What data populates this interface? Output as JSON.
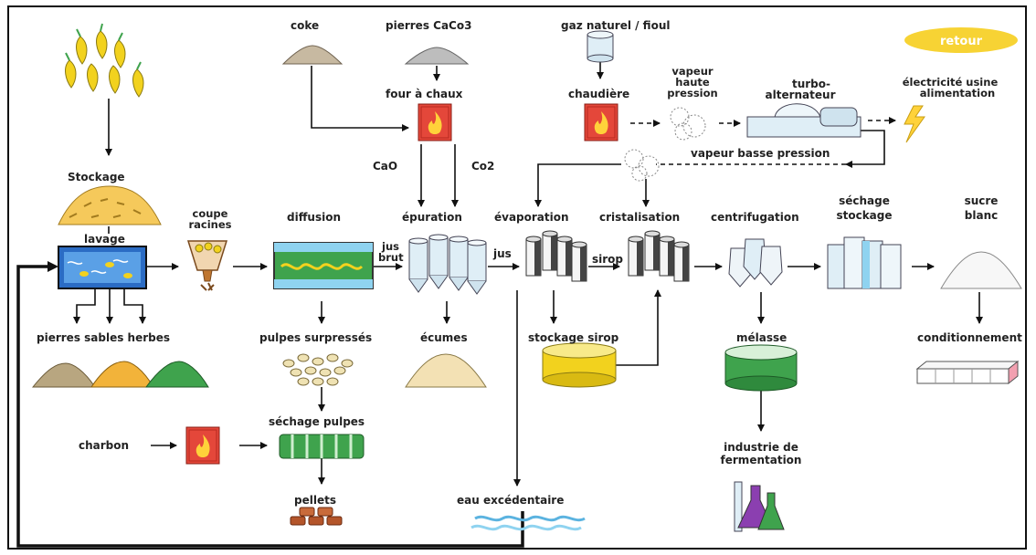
{
  "diagram": {
    "retour_button": "retour",
    "colors": {
      "furnace": "#e4473a",
      "flame": "#ffd23a",
      "water": "#8fd3f0",
      "yellow": "#f2d21e",
      "green": "#3fa34d",
      "steel": "#cfe3ee"
    },
    "labels": {
      "coke": "coke",
      "pierres": "pierres CaCo3",
      "four": "four à chaux",
      "gaz": "gaz naturel / fioul",
      "vapeur_haute_1": "vapeur",
      "vapeur_haute_2": "haute",
      "vapeur_haute_3": "pression",
      "chaudiere": "chaudière",
      "turbo_1": "turbo-",
      "turbo_2": "alternateur",
      "electricite_1": "électricité usine",
      "electricite_2": "alimentation",
      "vapeur_basse": "vapeur basse pression",
      "cao": "CaO",
      "co2": "Co2",
      "stockage": "Stockage",
      "lavage": "lavage",
      "coupe_1": "coupe",
      "coupe_2": "racines",
      "diffusion": "diffusion",
      "epuration": "épuration",
      "evaporation": "évaporation",
      "cristalisation": "cristalisation",
      "centrifugation": "centrifugation",
      "sechage_stockage_1": "séchage",
      "sechage_stockage_2": "stockage",
      "sucre_1": "sucre",
      "sucre_2": "blanc",
      "jus_brut_1": "jus",
      "jus_brut_2": "brut",
      "jus": "jus",
      "sirop": "sirop",
      "pierres_sables": "pierres sables herbes",
      "pulpes": "pulpes surpressés",
      "ecumes": "écumes",
      "stockage_sirop": "stockage sirop",
      "melasse": "mélasse",
      "conditionnement": "conditionnement",
      "charbon": "charbon",
      "sechage_pulpes": "séchage pulpes",
      "pellets": "pellets",
      "industrie_1": "industrie de",
      "industrie_2": "fermentation",
      "eau": "eau excédentaire"
    }
  }
}
